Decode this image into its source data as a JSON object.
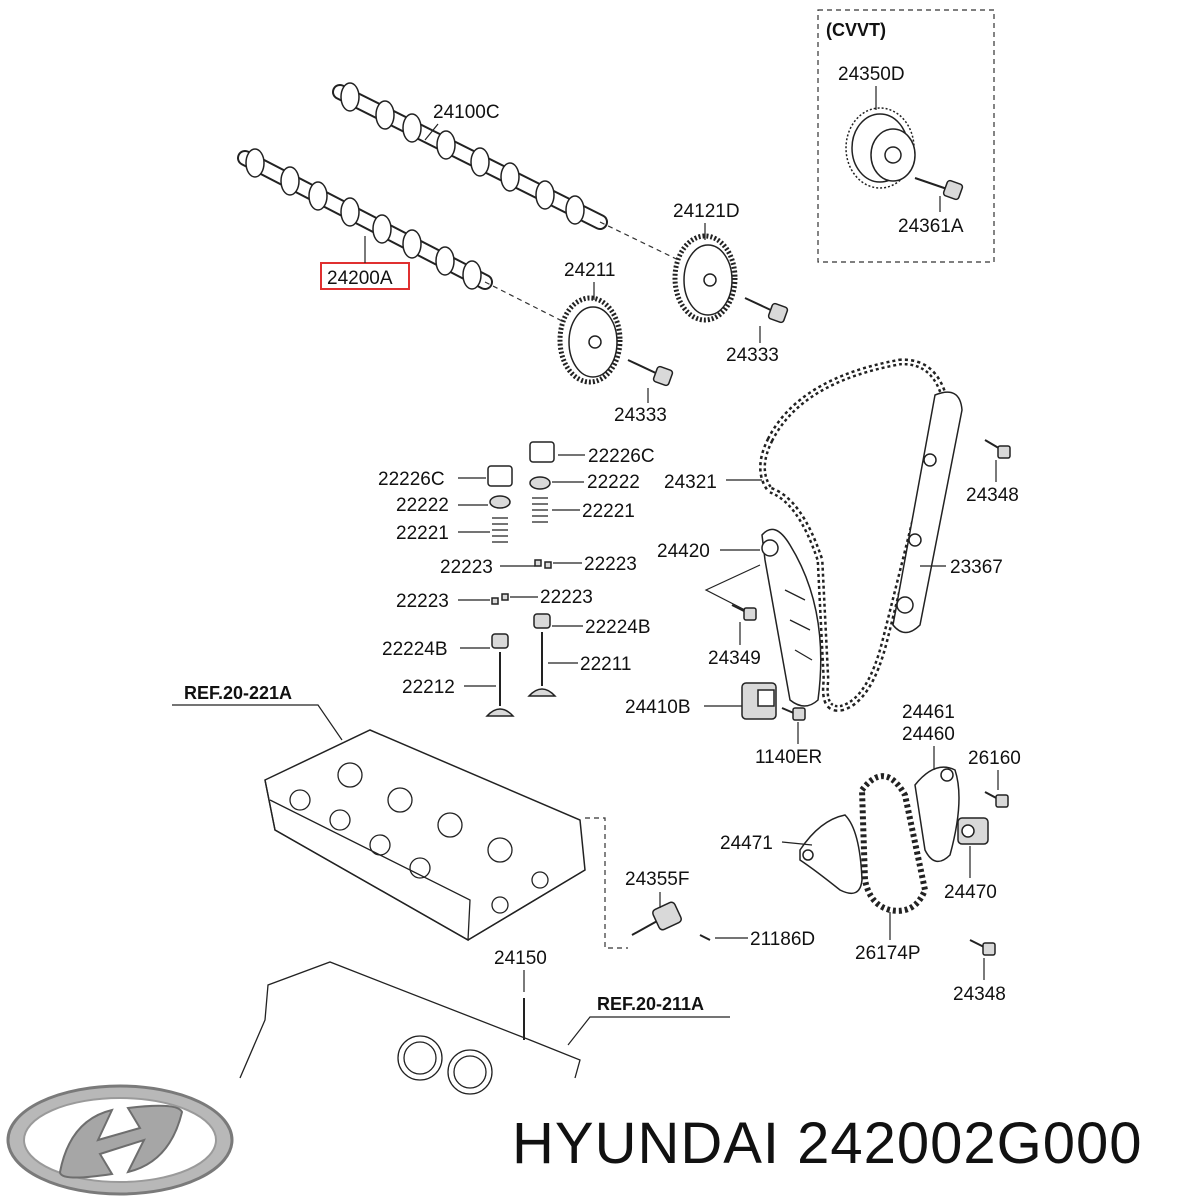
{
  "cvvt_box": {
    "title": "(CVVT)"
  },
  "references": {
    "upper": "REF.20-221A",
    "lower": "REF.20-211A"
  },
  "highlighted_part": "24200A",
  "part_labels": {
    "p24350D": "24350D",
    "p24361A": "24361A",
    "p24100C": "24100C",
    "p24121D": "24121D",
    "p24200A": "24200A",
    "p24211": "24211",
    "p24333_upper": "24333",
    "p24333_lower": "24333",
    "p22226C_right": "22226C",
    "p22226C_left": "22226C",
    "p22222_left": "22222",
    "p22222_right": "22222",
    "p22221_left": "22221",
    "p22221_right": "22221",
    "p22223_a": "22223",
    "p22223_b": "22223",
    "p22223_c": "22223",
    "p22223_d": "22223",
    "p22224B_right": "22224B",
    "p22224B_left": "22224B",
    "p22211": "22211",
    "p22212": "22212",
    "p24321": "24321",
    "p24348_upper": "24348",
    "p24420": "24420",
    "p23367": "23367",
    "p24349": "24349",
    "p24410B": "24410B",
    "p1140ER": "1140ER",
    "p24461": "24461",
    "p24460": "24460",
    "p26160": "26160",
    "p24471": "24471",
    "p24470": "24470",
    "p24355F": "24355F",
    "p21186D": "21186D",
    "p26174P": "26174P",
    "p24150": "24150",
    "p24348_lower": "24348"
  },
  "brand": {
    "text": "HYUNDAI 242002G000",
    "logo": "hyundai-logo"
  },
  "colors": {
    "highlight": "#e03030",
    "line": "#222222",
    "text": "#111111"
  }
}
